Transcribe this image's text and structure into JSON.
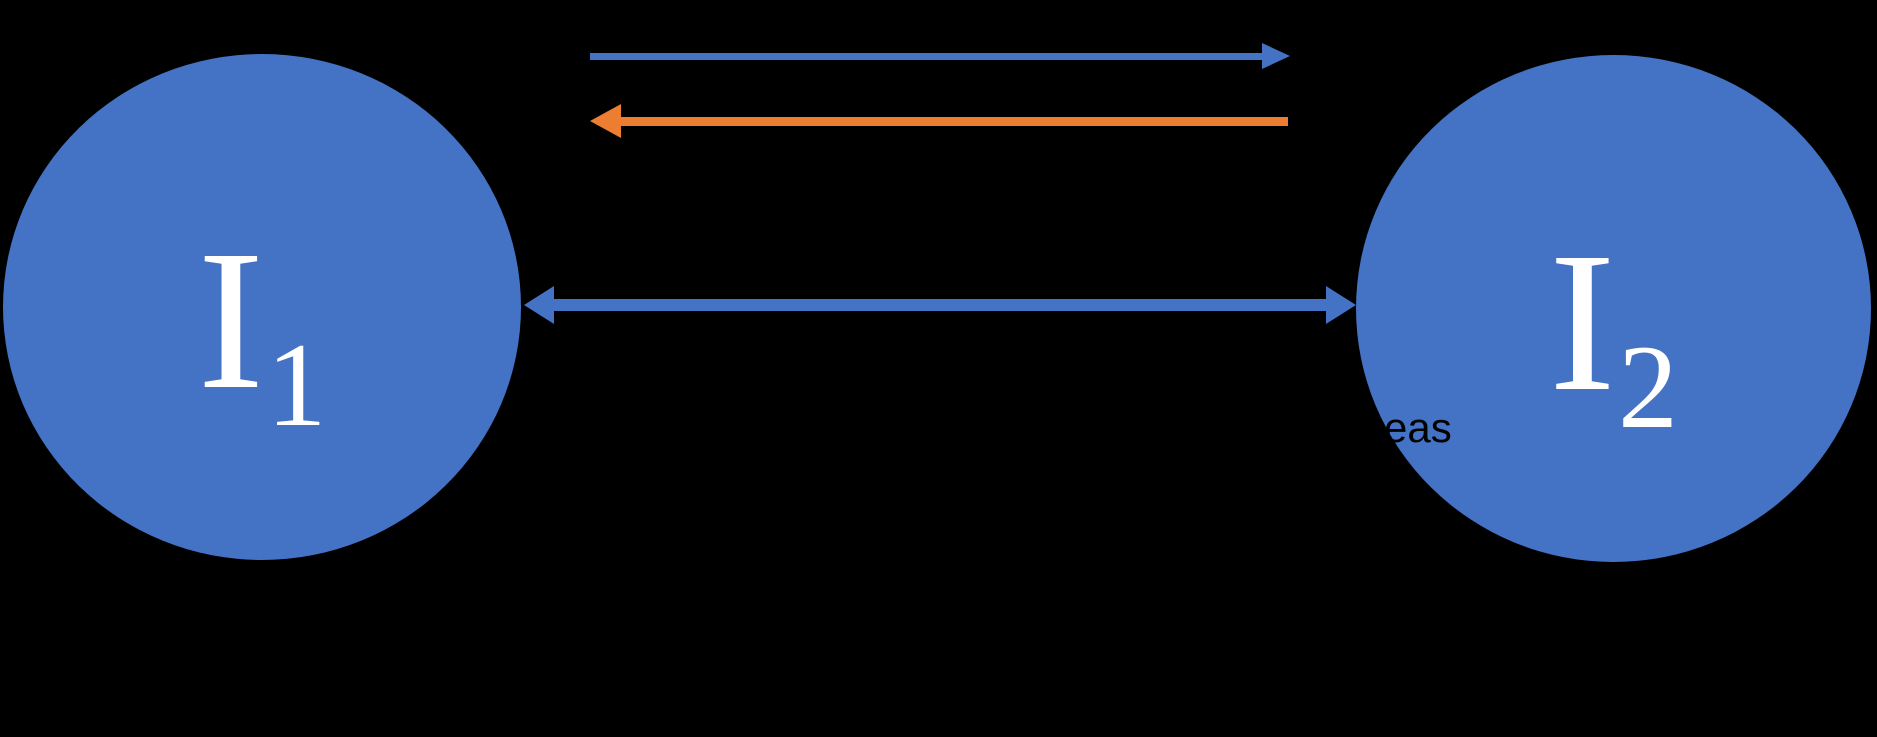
{
  "diagram": {
    "background": "#000000",
    "nodes": [
      {
        "id": "I1",
        "label_base": "I",
        "label_subscript": "1",
        "fill": "#4472C4",
        "text_color": "#FFFFFF"
      },
      {
        "id": "I2",
        "label_base": "I",
        "label_subscript": "2",
        "fill": "#4472C4",
        "text_color": "#FFFFFF"
      }
    ],
    "arrows": [
      {
        "id": "top-arrow",
        "direction": "right",
        "from": "I1",
        "to": "I2",
        "color": "#4472C4"
      },
      {
        "id": "return-arrow",
        "direction": "left",
        "from": "I2",
        "to": "I1",
        "color": "#ED7D31"
      },
      {
        "id": "bidirectional-arrow",
        "direction": "both",
        "between": [
          "I1",
          "I2"
        ],
        "color": "#4472C4"
      }
    ],
    "annotations": {
      "clipped_fragment": "eas",
      "fragment_color": "#000000"
    }
  },
  "colors": {
    "canvas_bg": "#000000",
    "node_fill": "#4472C4",
    "arrow_blue": "#4472C4",
    "arrow_orange": "#ED7D31",
    "node_label": "#FFFFFF",
    "fragment_text": "#000000"
  }
}
